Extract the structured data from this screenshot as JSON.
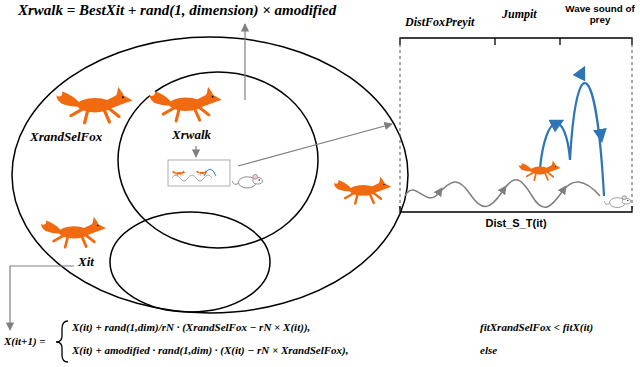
{
  "diagram": {
    "labels": [
      "Xrwalk = BestXit + rand(1, dimension) × amodified",
      "DistFoxPreyit",
      "Jumpit",
      "Wave sound of prey",
      "XrandSelFox",
      "Xrwalk",
      "Xit",
      "Dist_S_T(it)",
      "X(it+1) =",
      "X(it) + rand(1,dim)/rN · (XrandSelFox − rN × X(it)),",
      "fitXrandSelFox < fitX(it)",
      "X(it) + amodified · rand(1,dim) · (X(it) − rN × XrandSelFox),",
      "else"
    ]
  }
}
